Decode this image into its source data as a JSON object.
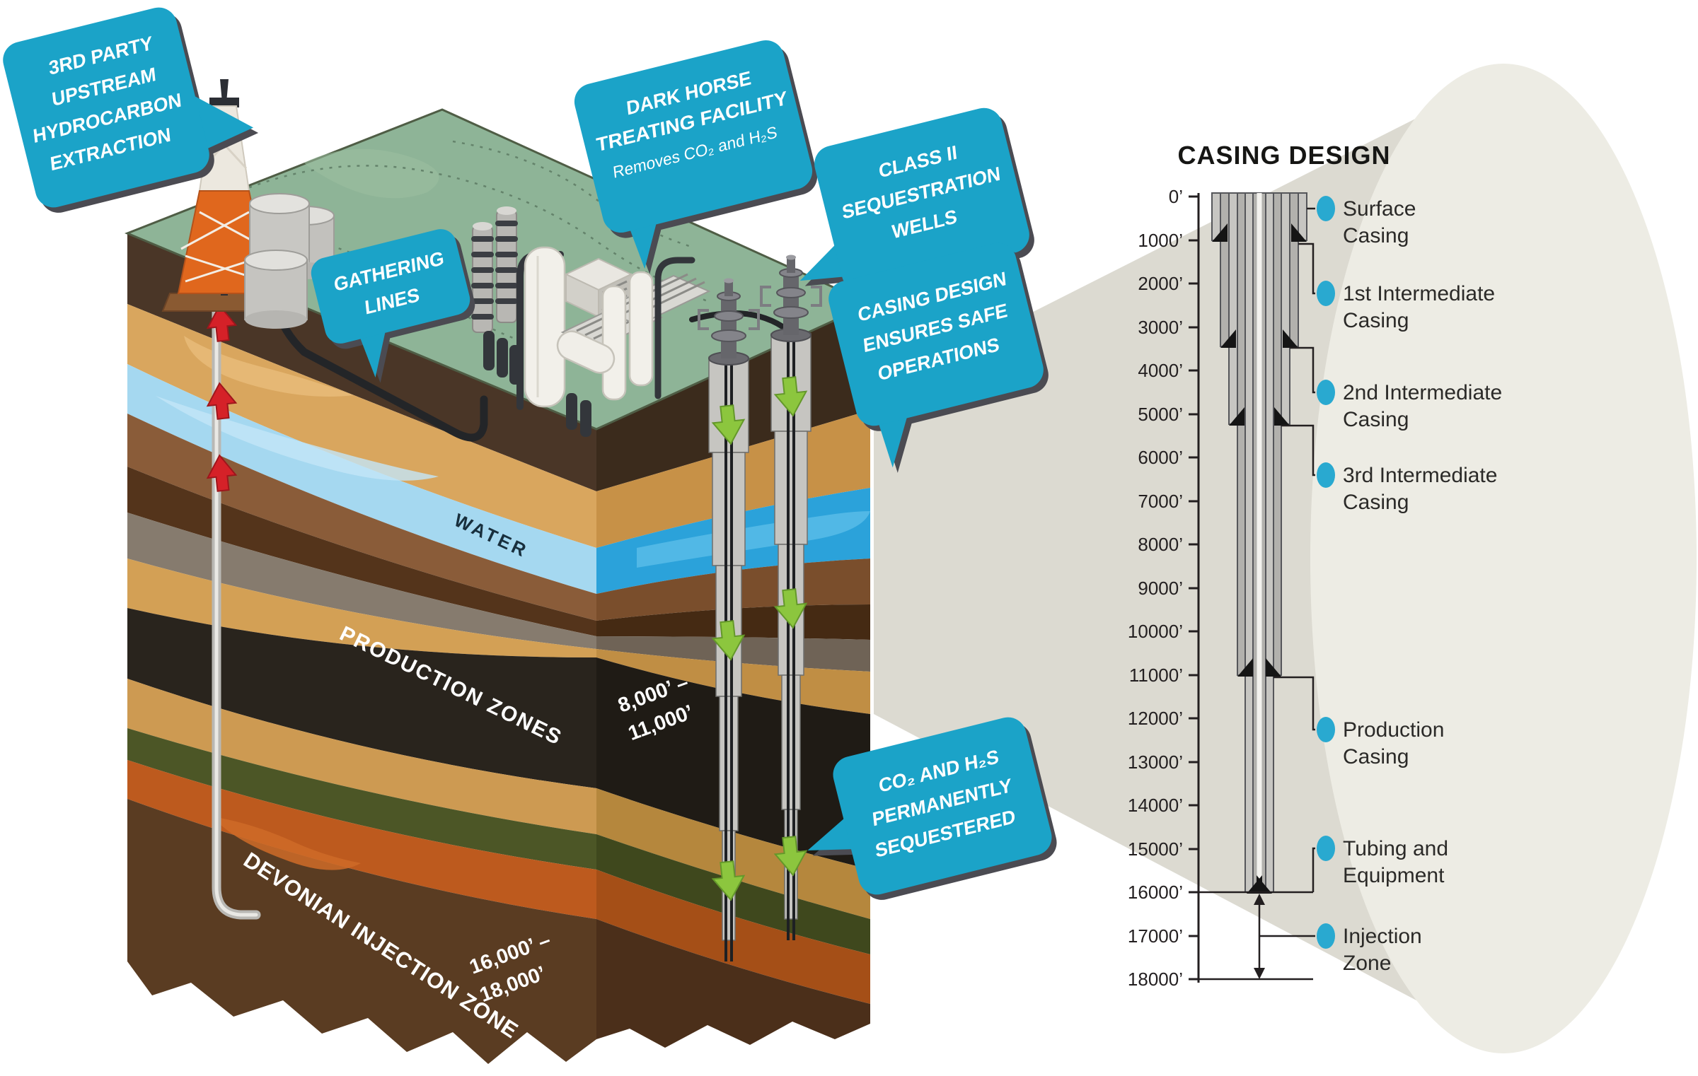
{
  "callouts": {
    "extraction": {
      "lines": [
        "3RD PARTY",
        "UPSTREAM",
        "HYDROCARBON",
        "EXTRACTION"
      ]
    },
    "gathering": {
      "lines": [
        "GATHERING",
        "LINES"
      ]
    },
    "treating": {
      "lines": [
        "DARK HORSE",
        "TREATING FACILITY"
      ],
      "subline": "Removes CO₂ and H₂S"
    },
    "class2_wells": {
      "lines": [
        "CLASS II",
        "SEQUESTRATION",
        "WELLS"
      ]
    },
    "casing_safety": {
      "lines": [
        "CASING DESIGN",
        "ENSURES SAFE",
        "OPERATIONS"
      ]
    },
    "sequestered": {
      "lines": [
        "CO₂ AND H₂S",
        "PERMANENTLY",
        "SEQUESTERED"
      ]
    }
  },
  "block": {
    "water_label": "WATER",
    "production_label": "PRODUCTION ZONES",
    "production_depth_lines": [
      "8,000’ –",
      "11,000’"
    ],
    "devonian_label": "DEVONIAN INJECTION ZONE",
    "devonian_depth_lines": [
      "16,000’ –",
      "18,000’"
    ]
  },
  "casing_design": {
    "title": "CASING DESIGN",
    "depth_ticks": [
      "0’",
      "1000’",
      "2000’",
      "3000’",
      "4000’",
      "5000’",
      "6000’",
      "7000’",
      "8000’",
      "9000’",
      "10000’",
      "11000’",
      "12000’",
      "13000’",
      "14000’",
      "15000’",
      "16000’",
      "17000’",
      "18000’"
    ],
    "labels": [
      {
        "line1": "Surface",
        "line2": "Casing"
      },
      {
        "line1": "1st Intermediate",
        "line2": "Casing"
      },
      {
        "line1": "2nd Intermediate",
        "line2": "Casing"
      },
      {
        "line1": "3rd Intermediate",
        "line2": "Casing"
      },
      {
        "line1": "Production",
        "line2": "Casing"
      },
      {
        "line1": "Tubing and",
        "line2": "Equipment"
      },
      {
        "line1": "Injection",
        "line2": "Zone"
      }
    ]
  },
  "colors": {
    "callout_blue": "#1ba3c8",
    "callout_shadow": "#4b4b52",
    "bullet_blue": "#29a9d0",
    "beam": "#dcdad1",
    "lens_bg": "#edece4",
    "red_arrow": "#d52128",
    "green_arrow": "#8cc63e",
    "surface_green": "#8eb497",
    "water_blue_left": "#a5d8f0",
    "water_blue_right": "#2ba2da",
    "production_zone_dark": "#29241d",
    "devonian_brown": "#5a3c22"
  }
}
